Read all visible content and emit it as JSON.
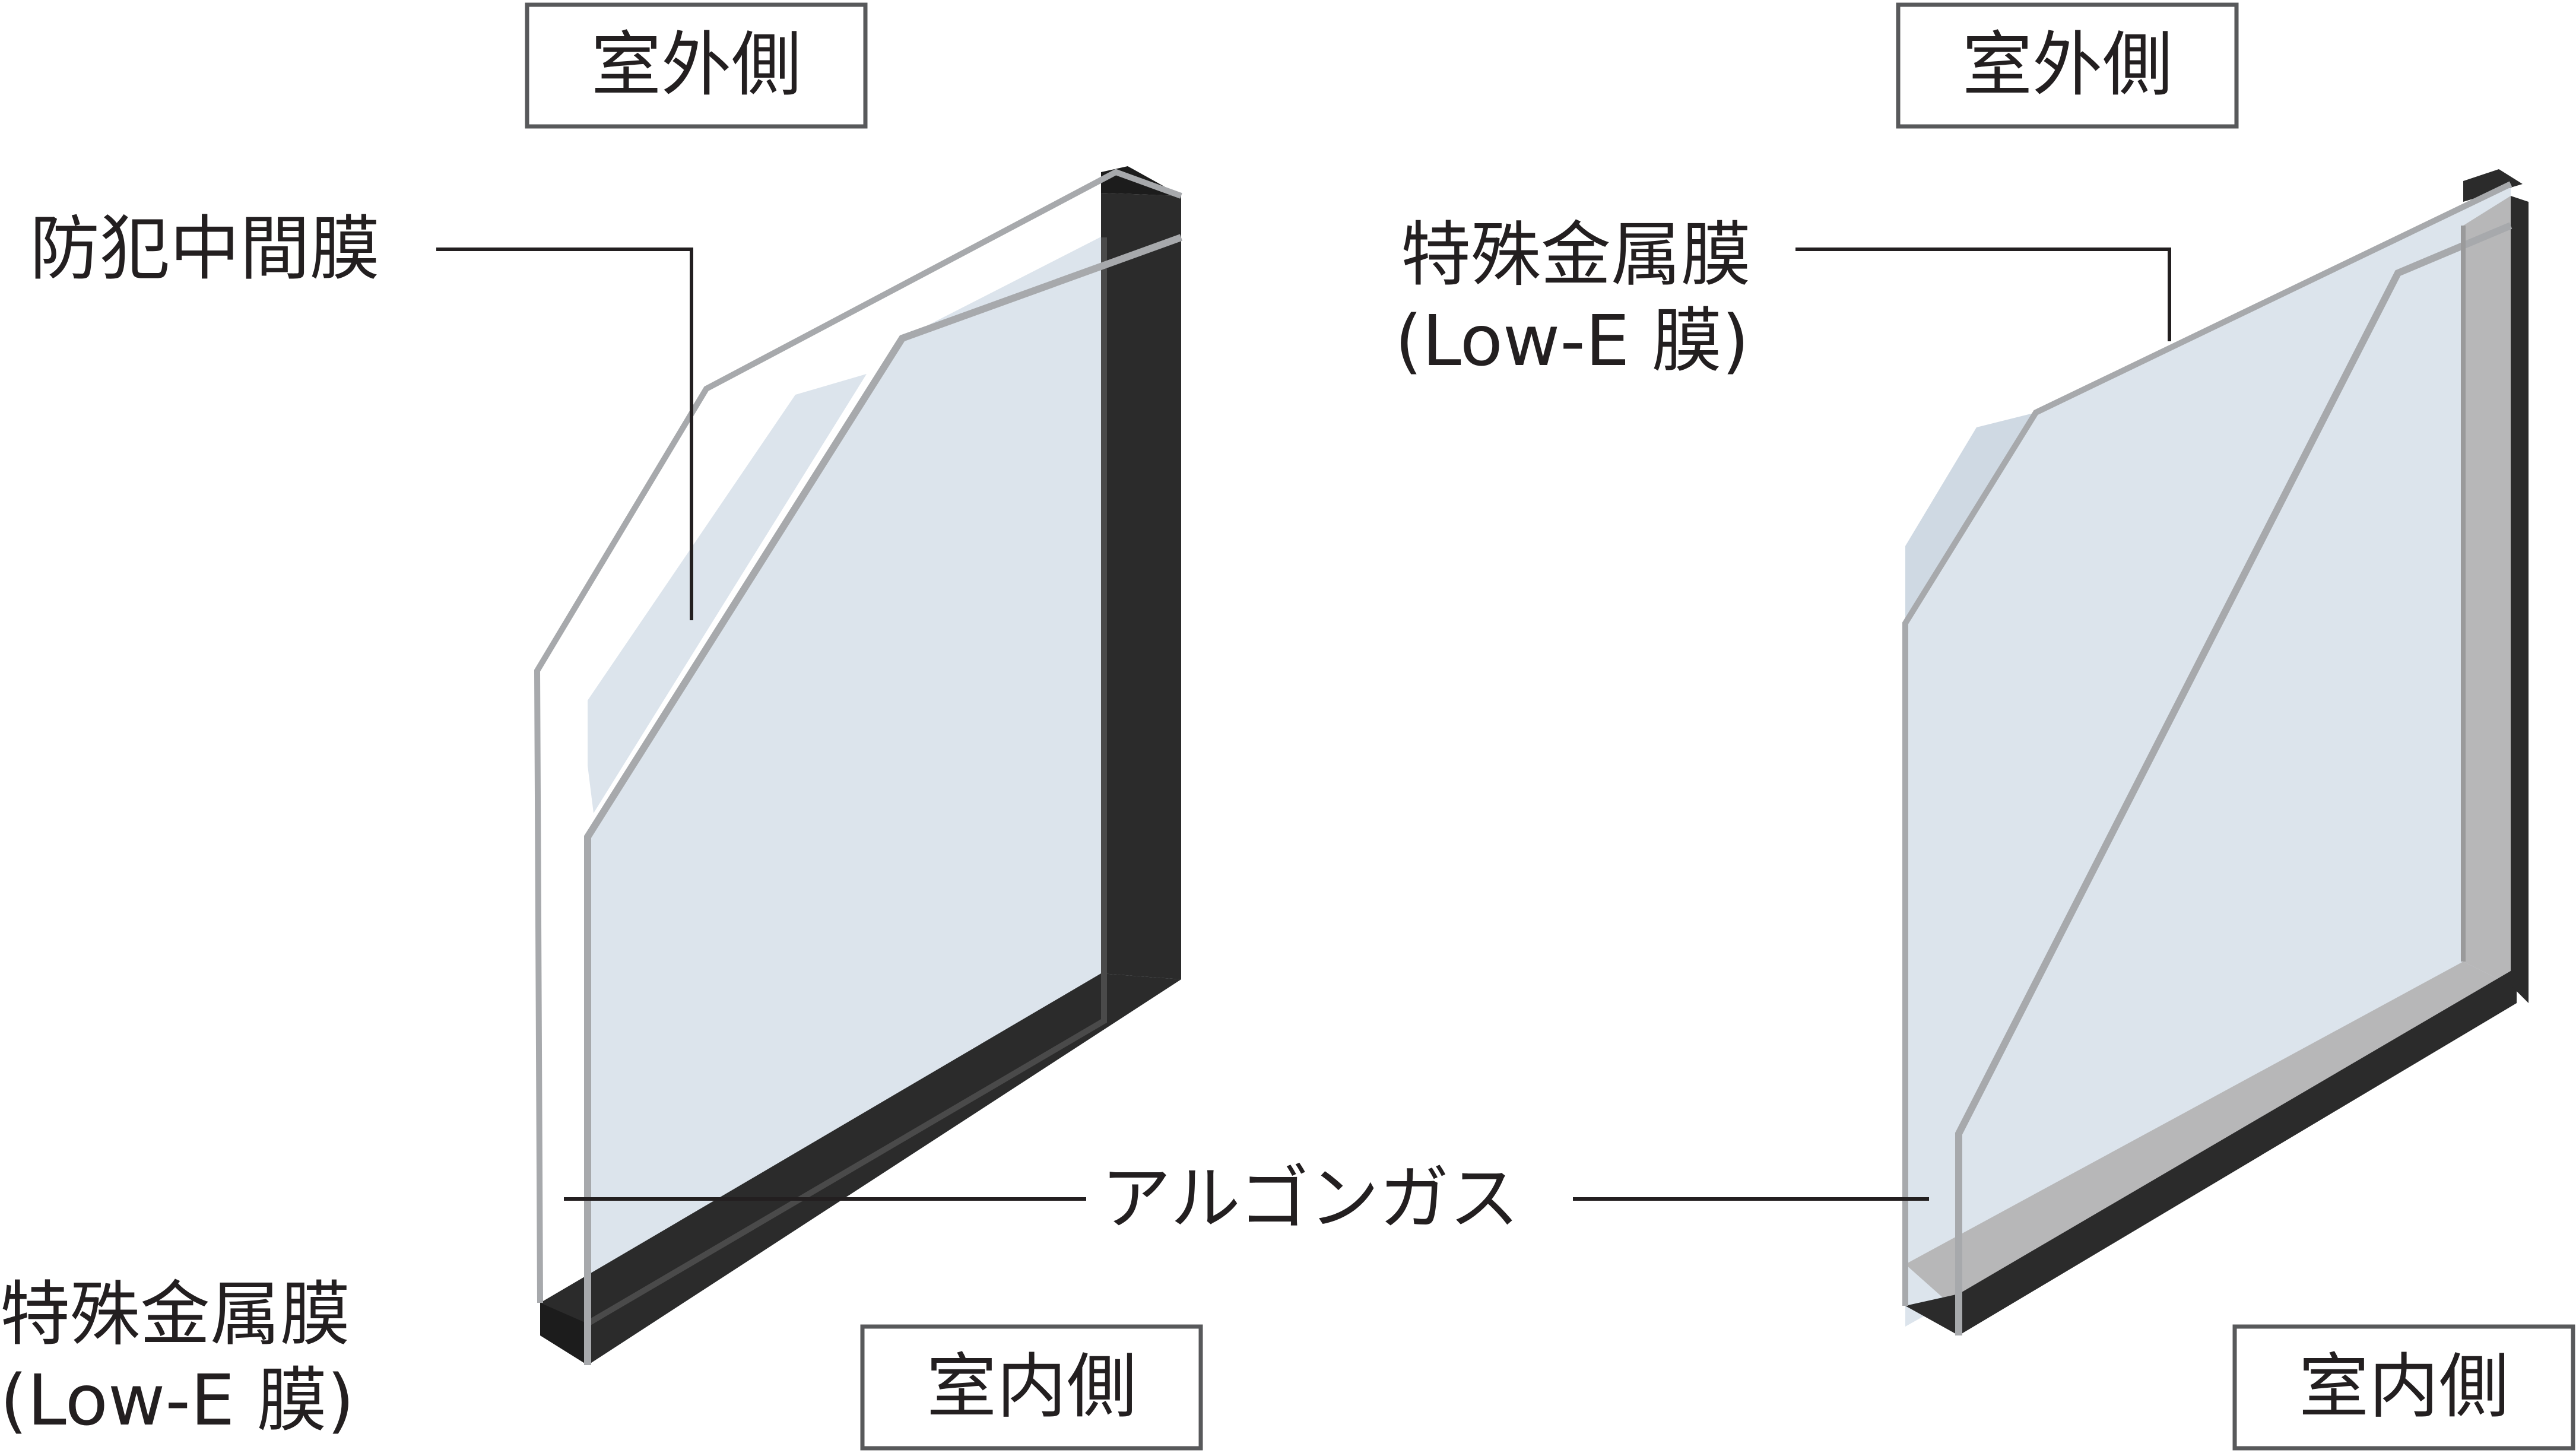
{
  "left_unit": {
    "outdoor_label": "室外側",
    "indoor_label": "室内側",
    "film_label": "防犯中間膜",
    "lowe_label_line1": "特殊金属膜",
    "lowe_label_line2": "(Low-E 膜)"
  },
  "right_unit": {
    "outdoor_label": "室外側",
    "indoor_label": "室内側",
    "lowe_label_line1": "特殊金属膜",
    "lowe_label_line2": "(Low-E 膜)"
  },
  "gas_label": "アルゴンガス",
  "colors": {
    "glass_fill": "#dce4ec",
    "glass_edge": "#a7a9ac",
    "spacer_dark": "#2b2b2b",
    "spacer_light": "#b7b7b8",
    "text": "#231f20"
  }
}
